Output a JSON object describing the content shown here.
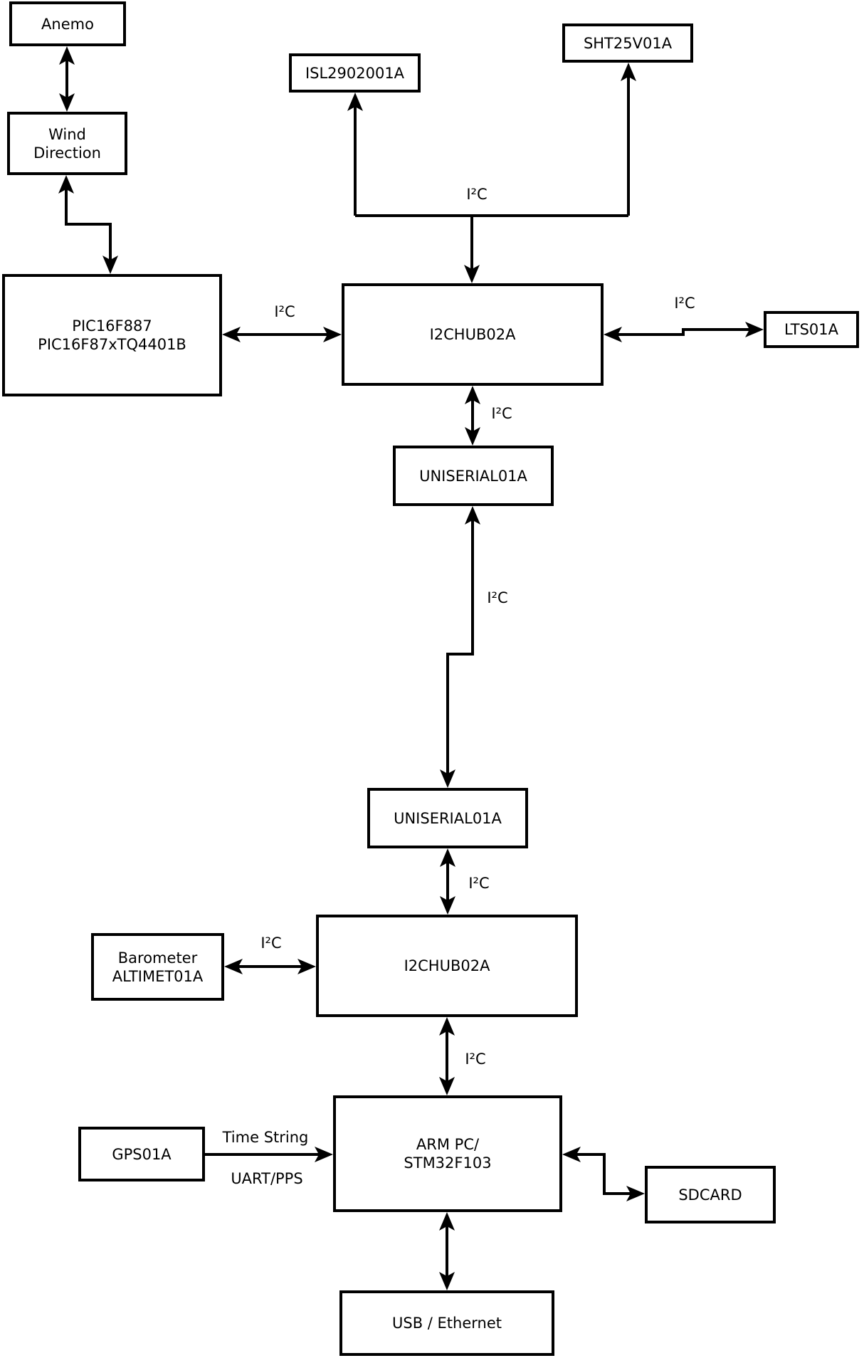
{
  "boxes": {
    "anemo": {
      "label": "Anemo"
    },
    "wind_direction": {
      "line1": "Wind",
      "line2": "Direction"
    },
    "pic": {
      "line1": "PIC16F887",
      "line2": "PIC16F87xTQ4401B"
    },
    "isl": {
      "label": "ISL2902001A"
    },
    "sht": {
      "label": "SHT25V01A"
    },
    "i2chub_top": {
      "label": "I2CHUB02A"
    },
    "lts": {
      "label": "LTS01A"
    },
    "uniserial_top": {
      "label": "UNISERIAL01A"
    },
    "uniserial_bottom": {
      "label": "UNISERIAL01A"
    },
    "i2chub_bottom": {
      "label": "I2CHUB02A"
    },
    "barometer": {
      "line1": "Barometer",
      "line2": "ALTIMET01A"
    },
    "gps": {
      "label": "GPS01A"
    },
    "arm_pc": {
      "line1": "ARM PC/",
      "line2": "STM32F103"
    },
    "sdcard": {
      "label": "SDCARD"
    },
    "usb_ethernet": {
      "label": "USB / Ethernet"
    }
  },
  "wire_labels": {
    "hub_top_bus": "I²C",
    "pic_hub": "I²C",
    "hub_lts": "I²C",
    "hub_uniserial": "I²C",
    "uniserial_uniserial": "I²C",
    "uniserial_hub2": "I²C",
    "barometer_hub2": "I²C",
    "hub2_arm": "I²C",
    "gps_arm_top": "Time String",
    "gps_arm_bottom": "UART/PPS"
  },
  "colors": {
    "line": "#000000",
    "box_border": "#000000",
    "box_fill": "#ffffff",
    "background": "#ffffff",
    "text": "#000000"
  }
}
